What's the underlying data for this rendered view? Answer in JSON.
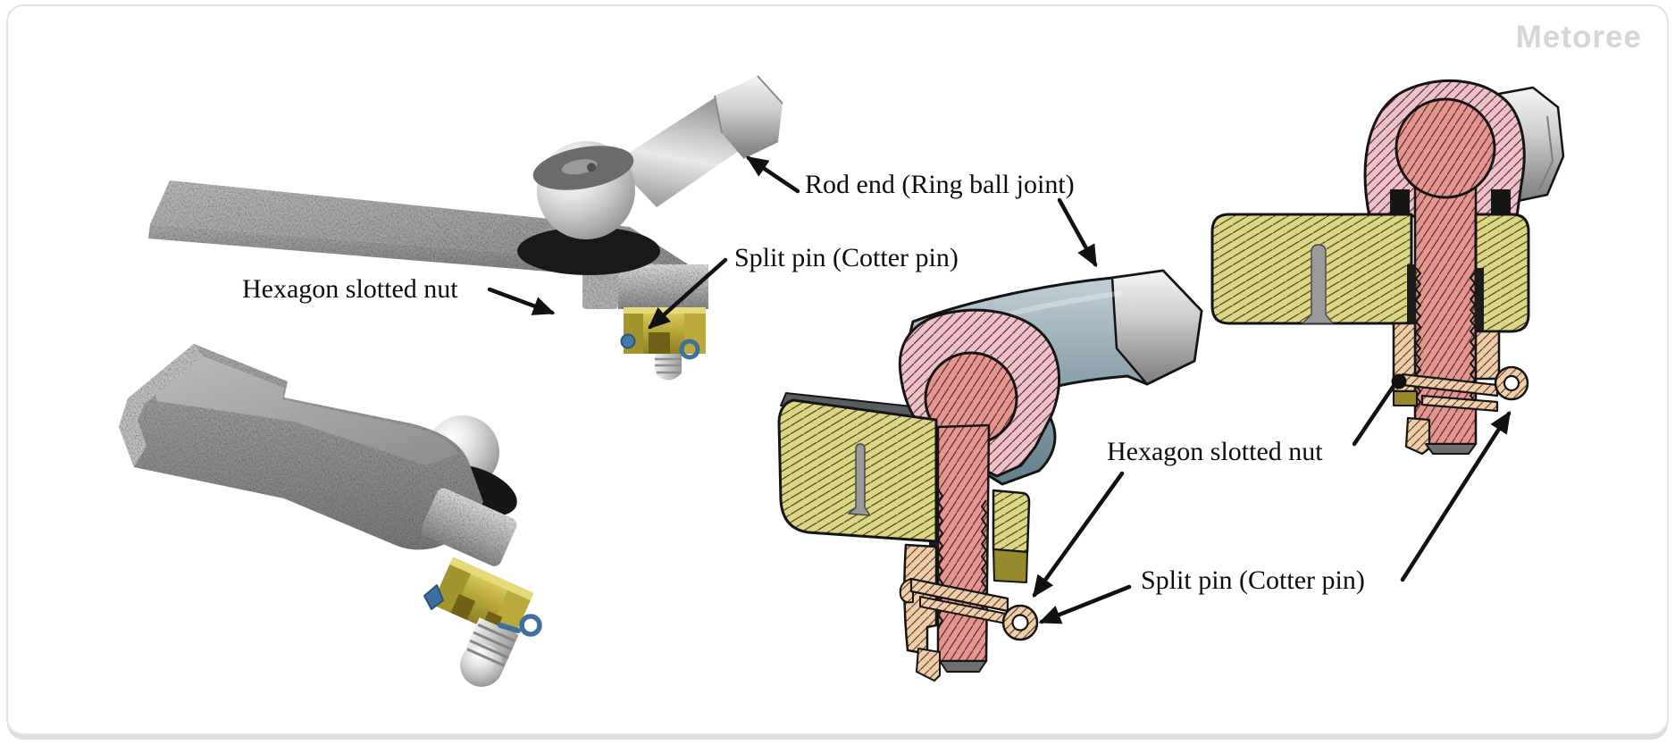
{
  "watermark": "Metoree",
  "labels": {
    "rod_end": "Rod end (Ring ball joint)",
    "split_pin_left": "Split pin (Cotter pin)",
    "hex_nut_left": "Hexagon slotted nut",
    "hex_nut_right": "Hexagon slotted nut",
    "split_pin_right": "Split pin (Cotter pin)"
  },
  "palette": {
    "housing_pink": "#f1c1c9",
    "ball_stud_salmon": "#e4968e",
    "plate_yellow": "#ddd685",
    "nut_tan": "#f2cda9",
    "nut_olive": "#97892e",
    "nut_3d_yellow": "#cdbd4b",
    "split_pin_blue": "#3f6f9f",
    "steel_gray": "#9c9c9c",
    "shaft_blue_gray": "#8ba1ac",
    "line_black": "#111111",
    "watermark_gray": "#d6d6d6"
  }
}
